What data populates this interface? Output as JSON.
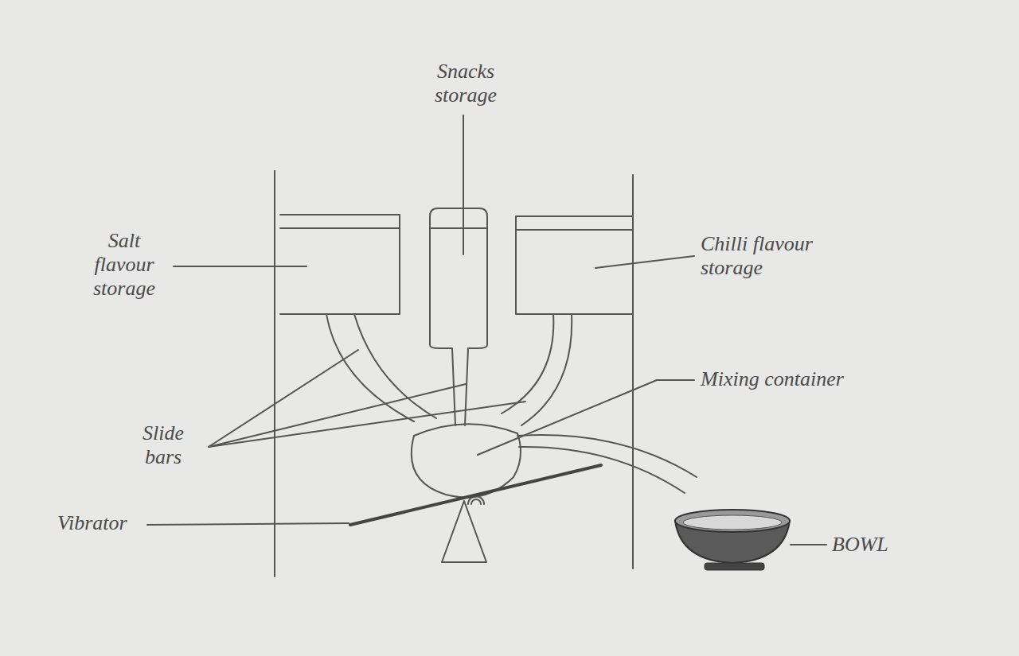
{
  "diagram": {
    "labels": [
      "Snacks storage",
      "Salt flavour storage",
      "Chilli flavour storage",
      "Mixing container",
      "Slide bars",
      "Vibrator",
      "BOWL"
    ]
  }
}
